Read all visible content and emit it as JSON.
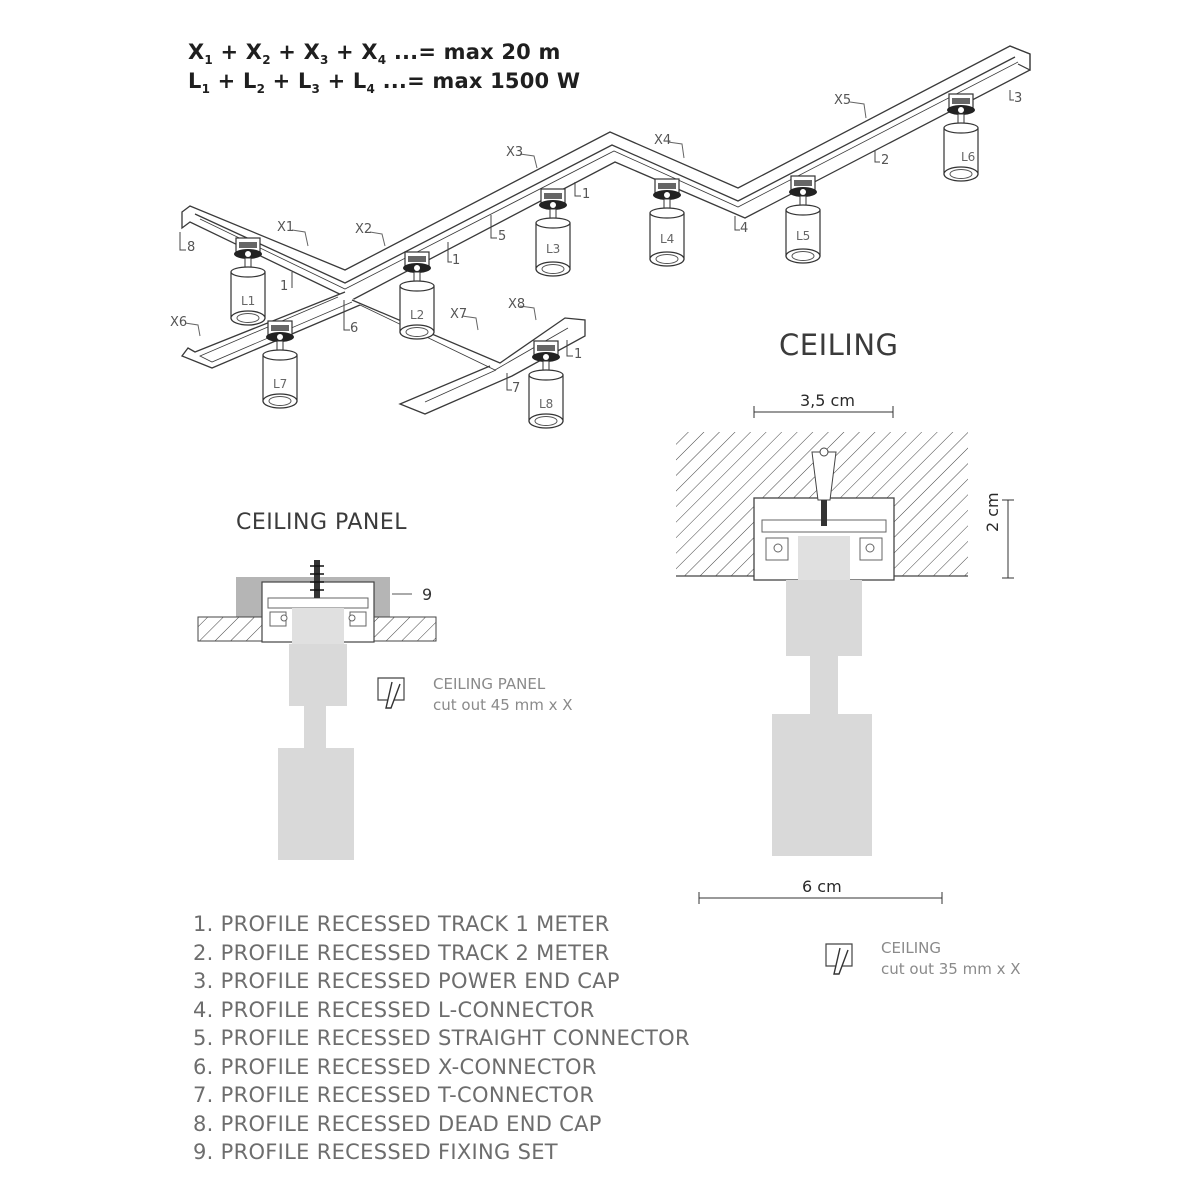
{
  "formulas": {
    "x": {
      "t1": "X",
      "s1": "1",
      "t2": " + X",
      "s2": "2",
      "t3": " + X",
      "s3": "3",
      "t4": " + X",
      "s4": "4",
      "tail": " ...= max 20 m"
    },
    "l": {
      "t1": "L",
      "s1": "1",
      "t2": " + L",
      "s2": "2",
      "t3": " + L",
      "s3": "3",
      "t4": " + L",
      "s4": "4",
      "tail": " ...= max 1500 W"
    }
  },
  "segment_labels": [
    "X1",
    "X2",
    "X3",
    "X4",
    "X5",
    "X6",
    "X7",
    "X8"
  ],
  "lamp_labels": [
    "L1",
    "L2",
    "L3",
    "L4",
    "L5",
    "L6",
    "L7",
    "L8"
  ],
  "callout_numbers": [
    "1",
    "2",
    "3",
    "4",
    "5",
    "6",
    "7",
    "8",
    "9"
  ],
  "ceiling_panel": {
    "title": "CEILING PANEL",
    "callout": "9",
    "note_line1": "CEILING PANEL",
    "note_line2": "cut out 45 mm x X"
  },
  "ceiling": {
    "title": "CEILING",
    "dim_top": "3,5 cm",
    "dim_side": "2 cm",
    "dim_bottom": "6 cm",
    "note_line1": "CEILING",
    "note_line2": "cut out 35 mm x X"
  },
  "parts": [
    "1. PROFILE RECESSED TRACK 1 METER",
    "2. PROFILE RECESSED TRACK 2 METER",
    "3. PROFILE RECESSED POWER END CAP",
    "4. PROFILE RECESSED L-CONNECTOR",
    "5. PROFILE RECESSED STRAIGHT CONNECTOR",
    "6. PROFILE RECESSED X-CONNECTOR",
    "7. PROFILE RECESSED T-CONNECTOR",
    "8. PROFILE RECESSED DEAD END CAP",
    "9. PROFILE RECESSED FIXING SET"
  ],
  "colors": {
    "line": "#3a3a3a",
    "fixture_grey": "#d9d9d9",
    "panel_grey": "#b5b5b5",
    "text_grey": "#6d6d6d"
  },
  "icons": [
    "saw-cut-icon"
  ]
}
